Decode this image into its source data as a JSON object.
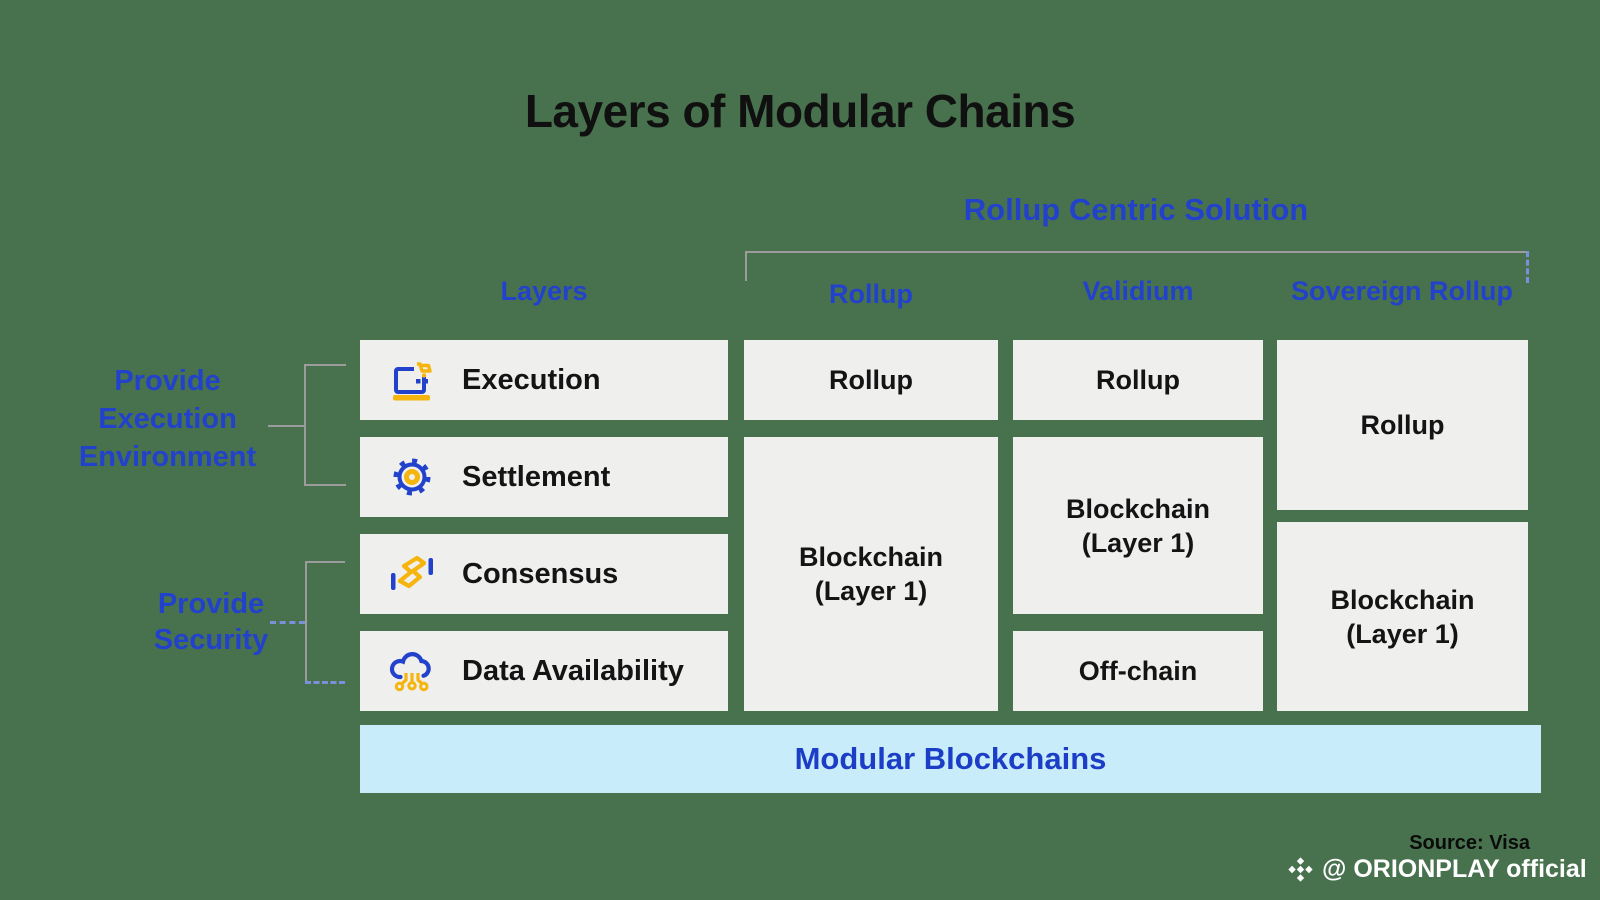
{
  "title": "Layers of Modular Chains",
  "group_header": {
    "label": "Rollup Centric Solution"
  },
  "column_headers": {
    "layers": "Layers",
    "rollup": "Rollup",
    "validium": "Validium",
    "sovereign_rollup": "Sovereign Rollup"
  },
  "side_labels": {
    "execution_environment": "Provide\nExecution\nEnvironment",
    "security": "Provide\nSecurity"
  },
  "layer_rows": [
    {
      "label": "Execution",
      "icon": "laptop-launch-icon"
    },
    {
      "label": "Settlement",
      "icon": "gear-icon"
    },
    {
      "label": "Consensus",
      "icon": "handshake-icon"
    },
    {
      "label": "Data Availability",
      "icon": "cloud-network-icon"
    }
  ],
  "grid": {
    "rollup_column": {
      "cells": [
        "Rollup",
        "Blockchain\n(Layer 1)"
      ]
    },
    "validium_column": {
      "cells": [
        "Rollup",
        "Blockchain\n(Layer 1)",
        "Off-chain"
      ]
    },
    "sovereign_column": {
      "cells": [
        "Rollup",
        "Blockchain\n(Layer 1)"
      ]
    }
  },
  "banner": {
    "label": "Modular Blockchains"
  },
  "footer": {
    "source": "Source: Visa",
    "handle": "@ ORIONPLAY official",
    "logo": "diamond-logo-icon"
  },
  "colors": {
    "background_green": "#48724e",
    "accent_blue": "#2342cc",
    "icon_yellow": "#f6b40e",
    "cell_gray": "#efefee",
    "banner_blue": "#c9ecfb",
    "banner_text_blue": "#1c3ec6",
    "line_gray": "#9c9c9c",
    "text_dark": "#141414",
    "footer_text_white": "#ffffff"
  }
}
